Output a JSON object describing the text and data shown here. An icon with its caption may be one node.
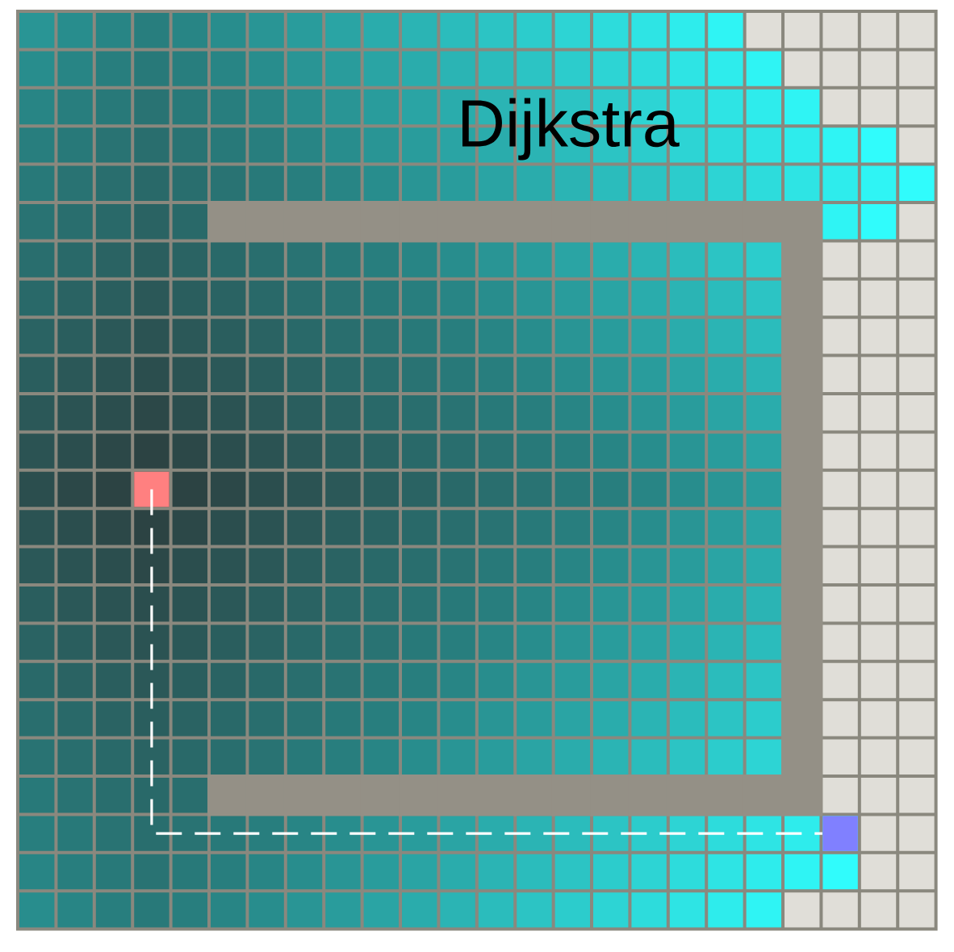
{
  "diagram": {
    "title": "Dijkstra",
    "nodes": [
      {
        "text": [],
        "shape": "box"
      },
      {
        "text": [],
        "shape": "box"
      }
    ],
    "edges": [
      {
        "from": 0,
        "to": 1,
        "arrow": "none",
        "style": "dashed",
        "color": "#ffffff"
      }
    ]
  }
}
